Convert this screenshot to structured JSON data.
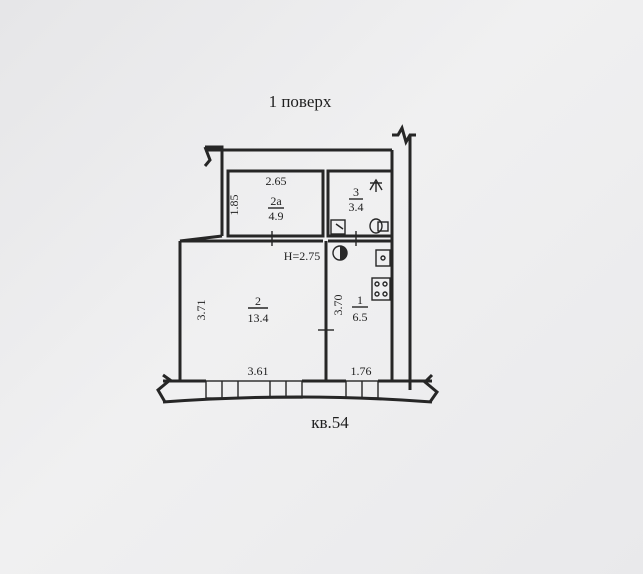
{
  "floor_title": "1 поверх",
  "apartment_label": "кв.54",
  "ceiling_height": "Н=2.75",
  "rooms": [
    {
      "number": "2а",
      "area": "4.9"
    },
    {
      "number": "3",
      "area": "3.4"
    },
    {
      "number": "2",
      "area": "13.4"
    },
    {
      "number": "1",
      "area": "6.5"
    }
  ],
  "dimensions": {
    "room2a_width": "2.65",
    "room2a_height": "1.85",
    "room2_height": "3.71",
    "room2_width": "3.61",
    "room1_height": "3.70",
    "room1_width": "1.76"
  },
  "icons": [
    "sink-icon",
    "toilet-icon",
    "gas-boiler-icon",
    "stove-icon",
    "kitchen-sink-icon",
    "shower-icon"
  ]
}
